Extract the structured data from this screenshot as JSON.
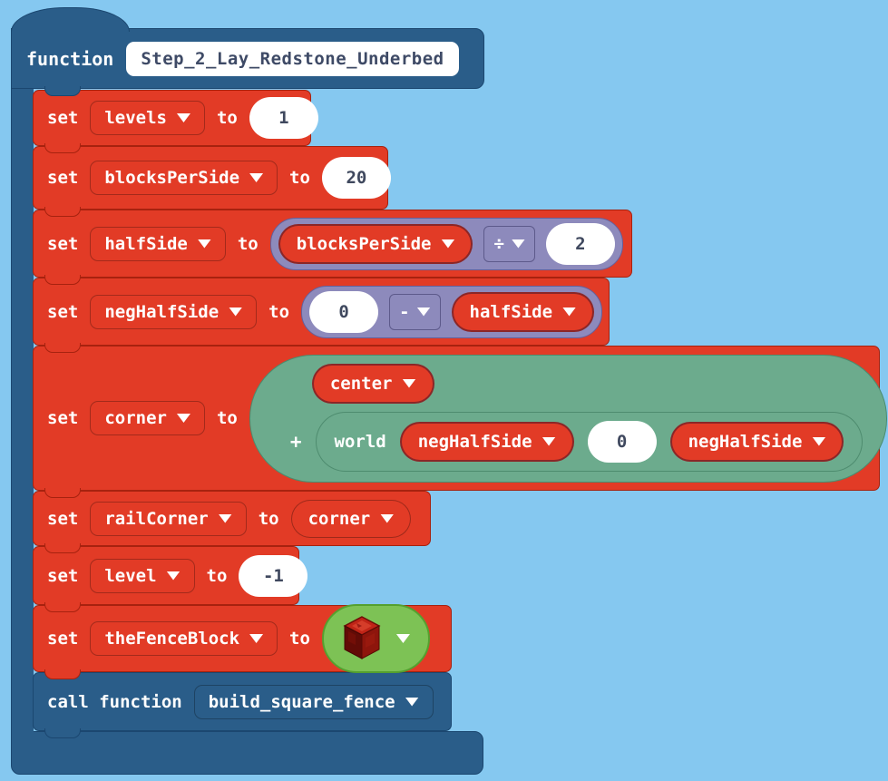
{
  "colors": {
    "background": "#85c8f0",
    "variable_red": "#e23b26",
    "function_blue": "#2a5d89",
    "math_purple": "#8d8abc",
    "position_teal": "#6cab8d",
    "item_green": "#7dc255"
  },
  "ui": {
    "set": "set",
    "to": "to"
  },
  "function_block": {
    "keyword": "function",
    "name": "Step_2_Lay_Redstone_Underbed"
  },
  "statements": {
    "levels": {
      "variable": "levels",
      "value": "1"
    },
    "blocks_per_side": {
      "variable": "blocksPerSide",
      "value": "20"
    },
    "half_side": {
      "variable": "halfSide",
      "operand1": "blocksPerSide",
      "operator": "÷",
      "operand2": "2"
    },
    "neg_half_side": {
      "variable": "negHalfSide",
      "operand1": "0",
      "operator": "-",
      "operand2": "halfSide"
    },
    "corner": {
      "variable": "corner",
      "base_position": "center",
      "operator": "+",
      "world_keyword": "world",
      "x": "negHalfSide",
      "y": "0",
      "z": "negHalfSide"
    },
    "rail_corner": {
      "variable": "railCorner",
      "value": "corner"
    },
    "level": {
      "variable": "level",
      "value": "-1"
    },
    "fence_block": {
      "variable": "theFenceBlock",
      "item": "redstone-block"
    },
    "call": {
      "keyword": "call function",
      "function_name": "build_square_fence"
    }
  }
}
